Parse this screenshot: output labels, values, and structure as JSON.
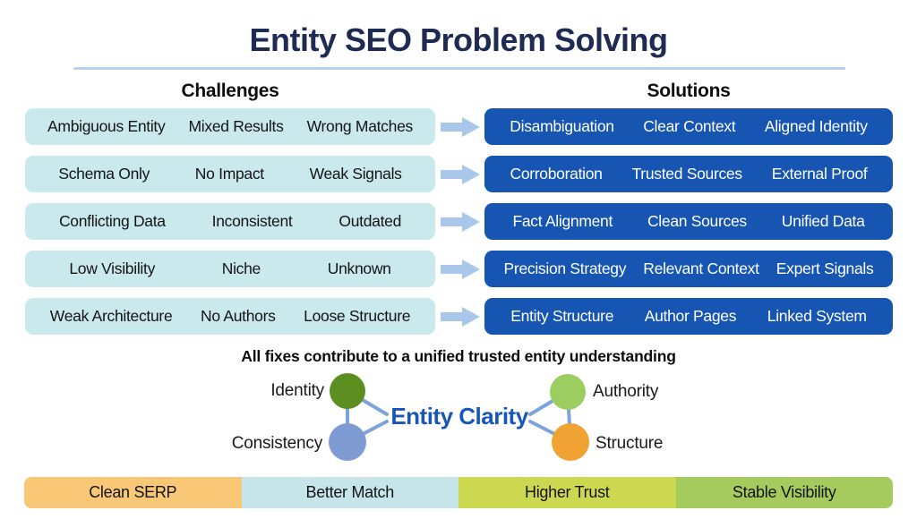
{
  "title": "Entity SEO Problem Solving",
  "columns": {
    "challenges": "Challenges",
    "solutions": "Solutions"
  },
  "rows": [
    {
      "challenges": [
        "Ambiguous Entity",
        "Mixed Results",
        "Wrong Matches"
      ],
      "solutions": [
        "Disambiguation",
        "Clear Context",
        "Aligned Identity"
      ]
    },
    {
      "challenges": [
        "Schema Only",
        "No Impact",
        "Weak Signals"
      ],
      "solutions": [
        "Corroboration",
        "Trusted Sources",
        "External Proof"
      ]
    },
    {
      "challenges": [
        "Conflicting Data",
        "Inconsistent",
        "Outdated"
      ],
      "solutions": [
        "Fact Alignment",
        "Clean Sources",
        "Unified Data"
      ]
    },
    {
      "challenges": [
        "Low Visibility",
        "Niche",
        "Unknown"
      ],
      "solutions": [
        "Precision Strategy",
        "Relevant Context",
        "Expert Signals"
      ]
    },
    {
      "challenges": [
        "Weak Architecture",
        "No Authors",
        "Loose Structure"
      ],
      "solutions": [
        "Entity Structure",
        "Author Pages",
        "Linked System"
      ]
    }
  ],
  "summary": "All fixes contribute to a unified trusted entity understanding",
  "entity_diagram": {
    "center": "Entity Clarity",
    "nodes": [
      {
        "label": "Identity",
        "color": "#5c8f1f"
      },
      {
        "label": "Consistency",
        "color": "#7f9bd3"
      },
      {
        "label": "Authority",
        "color": "#9ccd60"
      },
      {
        "label": "Structure",
        "color": "#f0a232"
      }
    ]
  },
  "footer": [
    {
      "label": "Clean SERP",
      "color": "#f8c877"
    },
    {
      "label": "Better Match",
      "color": "#c5e5ea"
    },
    {
      "label": "Higher Trust",
      "color": "#ccd84f"
    },
    {
      "label": "Stable Visibility",
      "color": "#a5cb5f"
    }
  ],
  "colors": {
    "title": "#1e2c54",
    "divider": "#b9d2ea",
    "challenge_box": "#c9e9ed",
    "solution_box": "#1655b2",
    "solution_text": "#ffffff",
    "arrow": "#a9c7ea",
    "connector_line": "#7da4d8",
    "entity_clarity_text": "#1856b8"
  }
}
